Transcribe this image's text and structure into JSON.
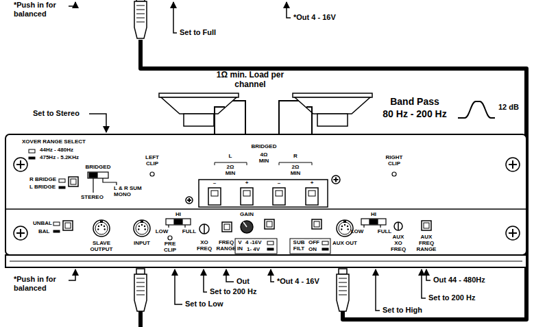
{
  "diagram": {
    "labels": [
      "*Push in for balanced",
      "Set to Full",
      "*Out 4 - 16V",
      "1Ω min. Load per channel",
      "Band Pass",
      "80 Hz - 200 Hz",
      "12 dB",
      "Set to Stereo",
      "XOVER RANGE SELECT",
      "44Hz - 480Hz",
      "475Hz - 5.2KHz",
      "LEFT CLIP",
      "BRIDGED",
      "L",
      "4Ω MIN",
      "R",
      "2Ω MIN",
      "2Ω MIN",
      "–",
      "+",
      "–",
      "+",
      "RIGHT CLIP",
      "BRIDGED",
      "R BRIDGE",
      "L BRIDGE",
      "STEREO",
      "L & R SUM MONO",
      "UNBAL",
      "BAL",
      "SLAVE OUTPUT",
      "INPUT",
      "HI",
      "LOW",
      "FULL",
      "PRE CLIP",
      "XO FREQ",
      "FREQ RANGE",
      "GAIN",
      "V IN",
      "4 -16V",
      "1- 4V",
      "SUB FILT",
      "OFF",
      "ON",
      "AUX OUT",
      "HI",
      "LOW",
      "FULL",
      "AUX XO FREQ",
      "AUX FREQ RANGE",
      "*Push in for balanced",
      "Set to Low",
      "Set to 200 Hz",
      "Out",
      "*Out 4 - 16V",
      "Set to High",
      "Set to 200 Hz",
      "Out 44 - 480Hz"
    ]
  }
}
